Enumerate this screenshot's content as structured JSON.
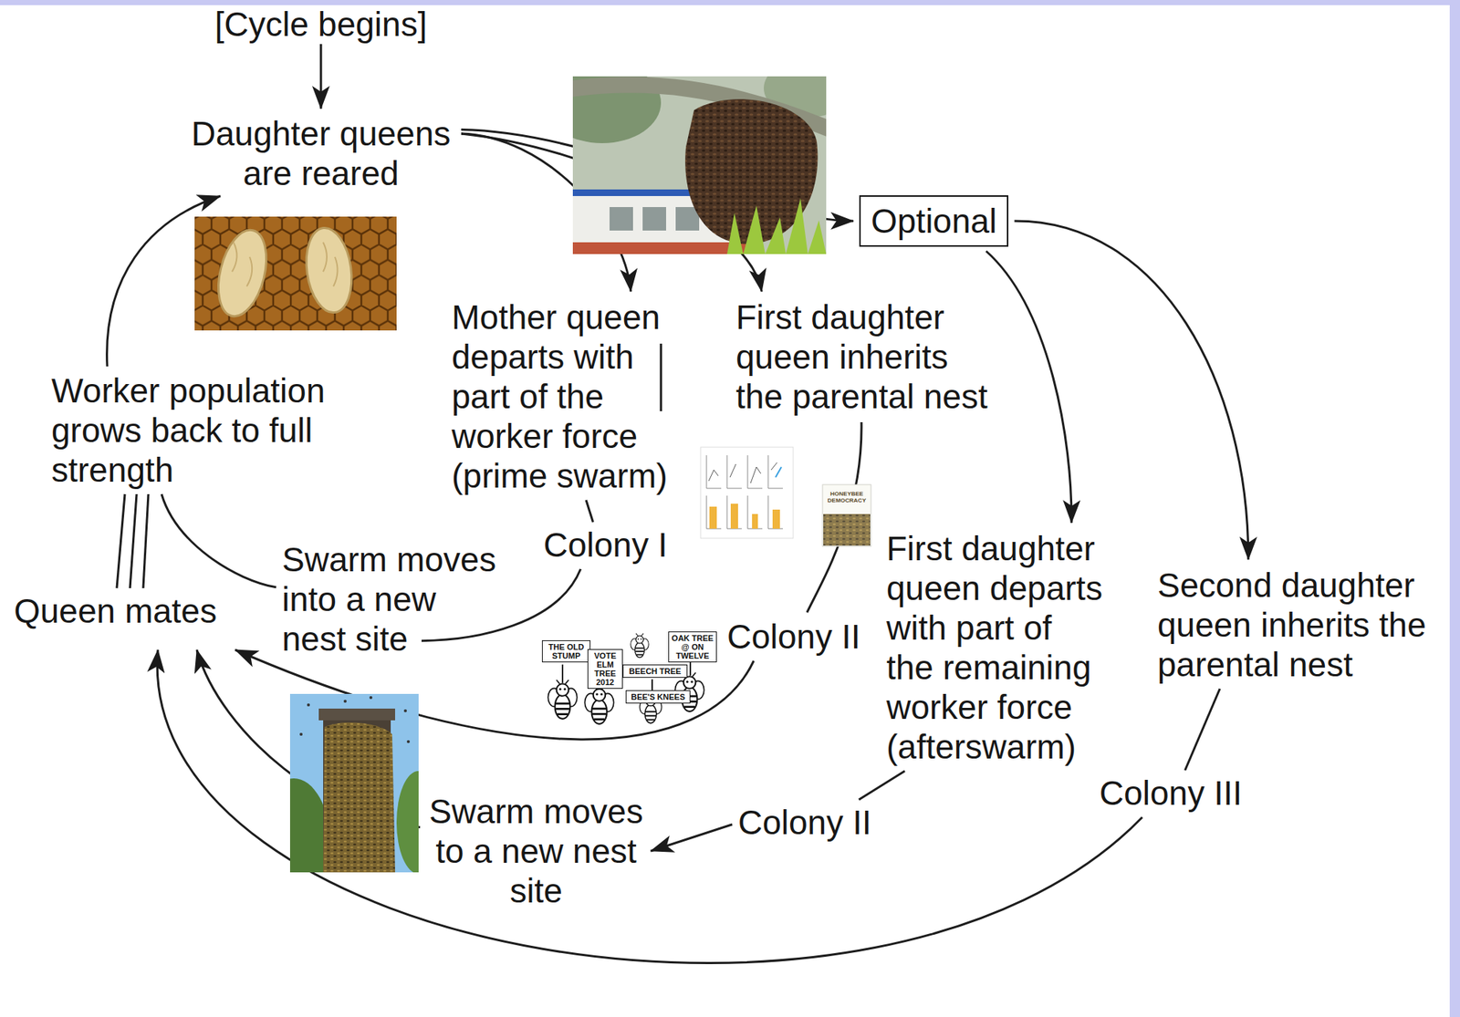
{
  "diagram": {
    "nodes": [
      {
        "text": [
          "Daughter queens are reared"
        ]
      },
      {
        "text": [
          "Mother queen departs with part of the worker force (prime swarm)"
        ]
      },
      {
        "text": [
          "First daughter queen inherits the parental nest"
        ]
      },
      {
        "text": [
          "Optional"
        ]
      },
      {
        "text": [
          "Colony I"
        ]
      },
      {
        "text": [
          "Swarm moves into a new nest site"
        ]
      },
      {
        "text": [
          "Worker population grows back to full strength"
        ]
      },
      {
        "text": [
          "Queen mates"
        ]
      },
      {
        "text": [
          "Colony II"
        ]
      },
      {
        "text": [
          "First daughter queen departs with part of the remaining worker force (afterswarm)"
        ]
      },
      {
        "text": [
          "Second daughter queen inherits the parental nest"
        ]
      },
      {
        "text": [
          "Colony II"
        ]
      },
      {
        "text": [
          "Swarm moves to a new nest site"
        ]
      },
      {
        "text": [
          "Colony III"
        ]
      }
    ],
    "edges": [
      {
        "from": 0,
        "to": 1,
        "arrow": "to"
      },
      {
        "from": 0,
        "to": 2,
        "arrow": "to"
      },
      {
        "from": 0,
        "to": 3,
        "arrow": "to"
      },
      {
        "from": 3,
        "to": 9,
        "arrow": "to"
      },
      {
        "from": 3,
        "to": 10,
        "arrow": "to"
      },
      {
        "from": 1,
        "to": 4,
        "arrow": "none"
      },
      {
        "from": 4,
        "to": 5,
        "arrow": "none"
      },
      {
        "from": 5,
        "to": 6,
        "arrow": "none"
      },
      {
        "from": 7,
        "to": 6,
        "arrow": "none"
      },
      {
        "from": 7,
        "to": 6,
        "arrow": "none"
      },
      {
        "from": 7,
        "to": 6,
        "arrow": "none"
      },
      {
        "from": 6,
        "to": 0,
        "arrow": "to"
      },
      {
        "from": 2,
        "to": 8,
        "arrow": "none"
      },
      {
        "from": 8,
        "to": 7,
        "arrow": "to"
      },
      {
        "from": 9,
        "to": 11,
        "arrow": "none"
      },
      {
        "from": 11,
        "to": 12,
        "arrow": "to"
      },
      {
        "from": 10,
        "to": 13,
        "arrow": "none"
      },
      {
        "from": 13,
        "to": 7,
        "arrow": "to"
      },
      {
        "from": 12,
        "to": 7,
        "arrow": "to"
      }
    ],
    "labels": [
      "[Cycle begins]",
      "THE OLD STUMP",
      "VOTE ELM TREE 2012",
      "BEECH TREE",
      "BEE'S KNEES",
      "OAK TREE @ ON TWELVE",
      "HONEYBEE DEMOCRACY"
    ]
  }
}
